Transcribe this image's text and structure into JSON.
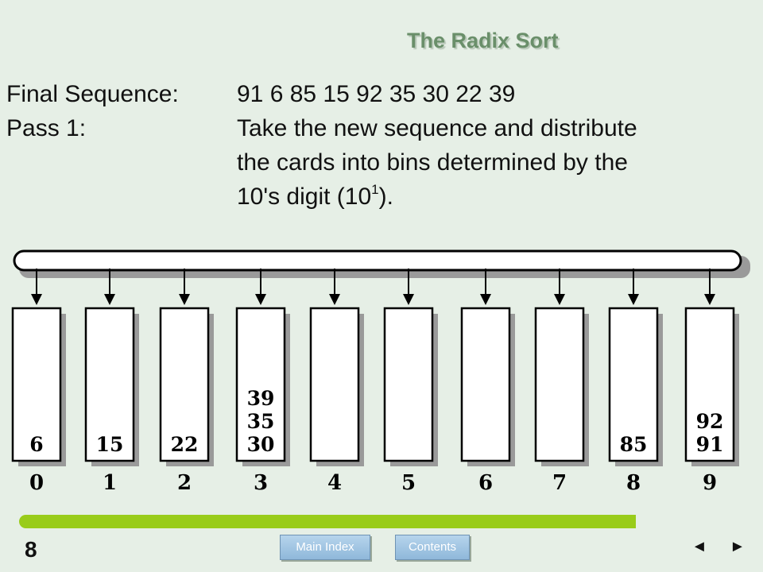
{
  "title": "The Radix Sort",
  "sequence": {
    "label": "Final Sequence:",
    "values": "91  6  85  15  92  35  30  22  39"
  },
  "pass": {
    "label": "Pass 1:",
    "line1": "Take the new sequence and distribute",
    "line2": "the cards into bins determined by the",
    "line3_pre": "10's digit (10",
    "line3_sup": "1",
    "line3_post": ")."
  },
  "bins": [
    {
      "label": "0",
      "cards": [
        "6"
      ]
    },
    {
      "label": "1",
      "cards": [
        "15"
      ]
    },
    {
      "label": "2",
      "cards": [
        "22"
      ]
    },
    {
      "label": "3",
      "cards": [
        "39",
        "35",
        "30"
      ]
    },
    {
      "label": "4",
      "cards": []
    },
    {
      "label": "5",
      "cards": []
    },
    {
      "label": "6",
      "cards": []
    },
    {
      "label": "7",
      "cards": []
    },
    {
      "label": "8",
      "cards": [
        "85"
      ]
    },
    {
      "label": "9",
      "cards": [
        "92",
        "91"
      ]
    }
  ],
  "footer": {
    "page_number": "8",
    "main_index_label": "Main Index",
    "contents_label": "Contents",
    "prev_icon": "◄",
    "next_icon": "►"
  },
  "colors": {
    "background": "#e6efe6",
    "title": "#6a8f6a",
    "bar": "#99cc1a",
    "button": "#8fb8da"
  }
}
